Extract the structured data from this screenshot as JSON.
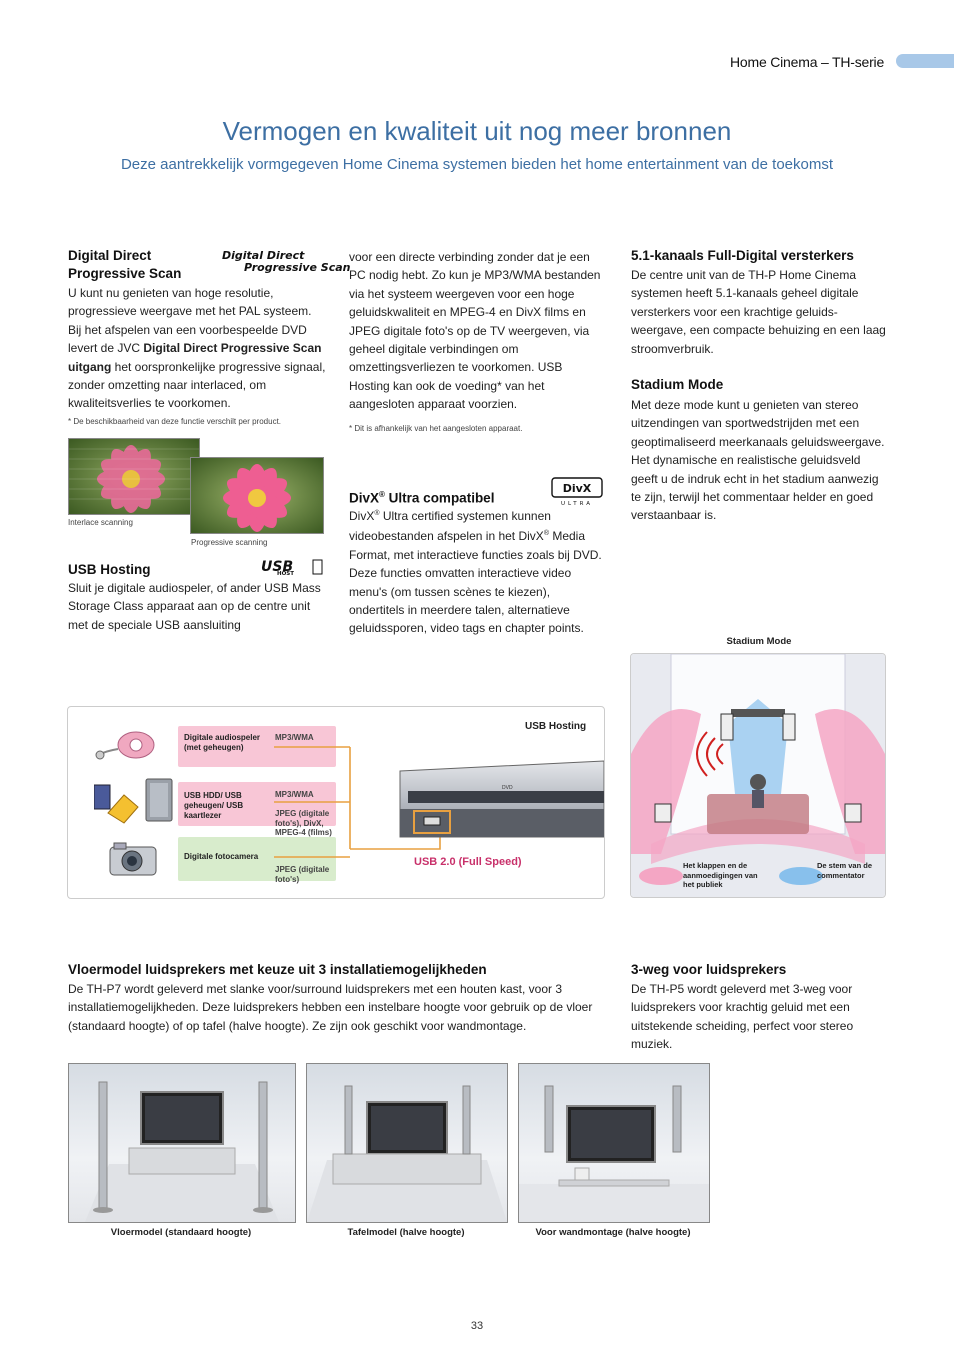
{
  "header": {
    "section": "Home Cinema – TH-serie",
    "title": "Vermogen en kwaliteit uit nog meer bronnen",
    "subtitle": "Deze aantrekkelijk vormgegeven Home Cinema systemen bieden het home entertainment van de toekomst"
  },
  "col1": {
    "dd_heading_1": "Digital Direct",
    "dd_heading_2": "Progressive Scan",
    "dd_logo_1": "Digital Direct",
    "dd_logo_2": "Progressive Scan",
    "dd_text_1": "U kunt nu genieten van hoge resolutie, progressieve weergave met het PAL systeem. Bij het afspelen van een voorbespeelde DVD levert de JVC ",
    "dd_text_bold": "Digital Direct Progressive Scan uitgang",
    "dd_text_2": " het oorspronkelijke progressive signaal, zonder omzetting naar interlaced, om kwaliteitsverlies te voorkomen.",
    "dd_note": "* De beschikbaarheid van deze functie verschilt per product.",
    "cap_interlace": "Interlace scanning",
    "cap_progressive": "Progressive scanning",
    "usb_heading": "USB Hosting",
    "usb_text": "Sluit je digitale audiospeler, of ander USB Mass Storage Class apparaat aan op de centre unit met de speciale USB aansluiting"
  },
  "col2": {
    "usb_text": "voor een directe verbinding zonder dat je een PC nodig hebt. Zo kun je MP3/WMA bestanden via het systeem weergeven voor een hoge geluidskwaliteit en MPEG-4 en DivX films en JPEG digitale foto's op de TV weergeven, via geheel digitale verbindingen om omzettingsverliezen te voorkomen. USB Hosting kan ook de voeding* van het aangesloten apparaat voorzien.",
    "usb_note": "* Dit is afhankelijk van het aangesloten apparaat.",
    "divx_heading_1": "DivX",
    "divx_reg": "®",
    "divx_heading_2": " Ultra compatibel",
    "divx_logo": "DivX",
    "divx_logo_sub": "ULTRA",
    "divx_text_1": "DivX",
    "divx_text_2": " Ultra certified systemen kunnen videobestanden afspelen in het DivX",
    "divx_text_3": " Media Format, met interactieve functies zoals bij DVD. Deze functies omvatten interactieve video menu's (om tussen scènes te kiezen), ondertitels in meerdere talen, alternatieve geluidssporen, video tags en chapter points."
  },
  "col3": {
    "amp_heading": "5.1-kanaals Full-Digital versterkers",
    "amp_text": "De centre unit van de TH-P Home Cinema systemen heeft 5.1-kanaals geheel digitale versterkers voor een krachtige geluids-weergave, een compacte behuizing en een laag stroomverbruik.",
    "stadium_heading": "Stadium Mode",
    "stadium_text": "Met deze mode kunt u genieten van stereo uitzendingen van sportwedstrijden met een geoptimaliseerd meerkanaals geluidsweergave. Het dynamische en realistische geluidsveld geeft u de indruk echt in het stadium aanwezig te zijn, terwijl het commentaar helder en goed verstaanbaar is."
  },
  "usb_diagram": {
    "title": "USB Hosting",
    "rows": [
      {
        "device": "Digitale audiospeler (met geheugen)",
        "formats": "MP3/WMA"
      },
      {
        "device": "USB HDD/ USB geheugen/ USB kaartlezer",
        "formats": "MP3/WMA",
        "formats2": "JPEG (digitale foto's), DivX, MPEG-4 (films)"
      },
      {
        "device": "Digitale fotocamera",
        "formats": "JPEG (digitale foto's)"
      }
    ],
    "port_label": "USB 2.0 (Full Speed)",
    "dvd_label": "DVD"
  },
  "stadium_diagram": {
    "title": "Stadium Mode",
    "legend_pink": "Het klappen en de aanmoedigingen van het publiek",
    "legend_blue": "De stem van de commentator"
  },
  "speakers": {
    "floor_heading": "Vloermodel luidsprekers met keuze uit 3 installatiemogelijkheden",
    "floor_text": "De TH-P7 wordt geleverd met slanke voor/surround luidsprekers met een houten kast, voor 3 installatiemogelijkheden. Deze luidsprekers hebben een instelbare hoogte voor gebruik op de vloer (standaard hoogte) of op tafel (halve hoogte). Ze zijn ook geschikt voor wandmontage.",
    "threeway_heading": "3-weg voor luidsprekers",
    "threeway_text": "De TH-P5 wordt geleverd met 3-weg voor luidsprekers voor krachtig geluid met een uitstekende scheiding, perfect voor stereo muziek.",
    "cap1": "Vloermodel (standaard hoogte)",
    "cap2": "Tafelmodel (halve hoogte)",
    "cap3": "Voor wandmontage (halve hoogte)"
  },
  "page_number": "33",
  "colors": {
    "accent": "#3d6fa3",
    "tab": "#a8c8e8",
    "usb_line": "#e8a040",
    "pink": "#f8c6d6",
    "green": "#d8eccc"
  }
}
